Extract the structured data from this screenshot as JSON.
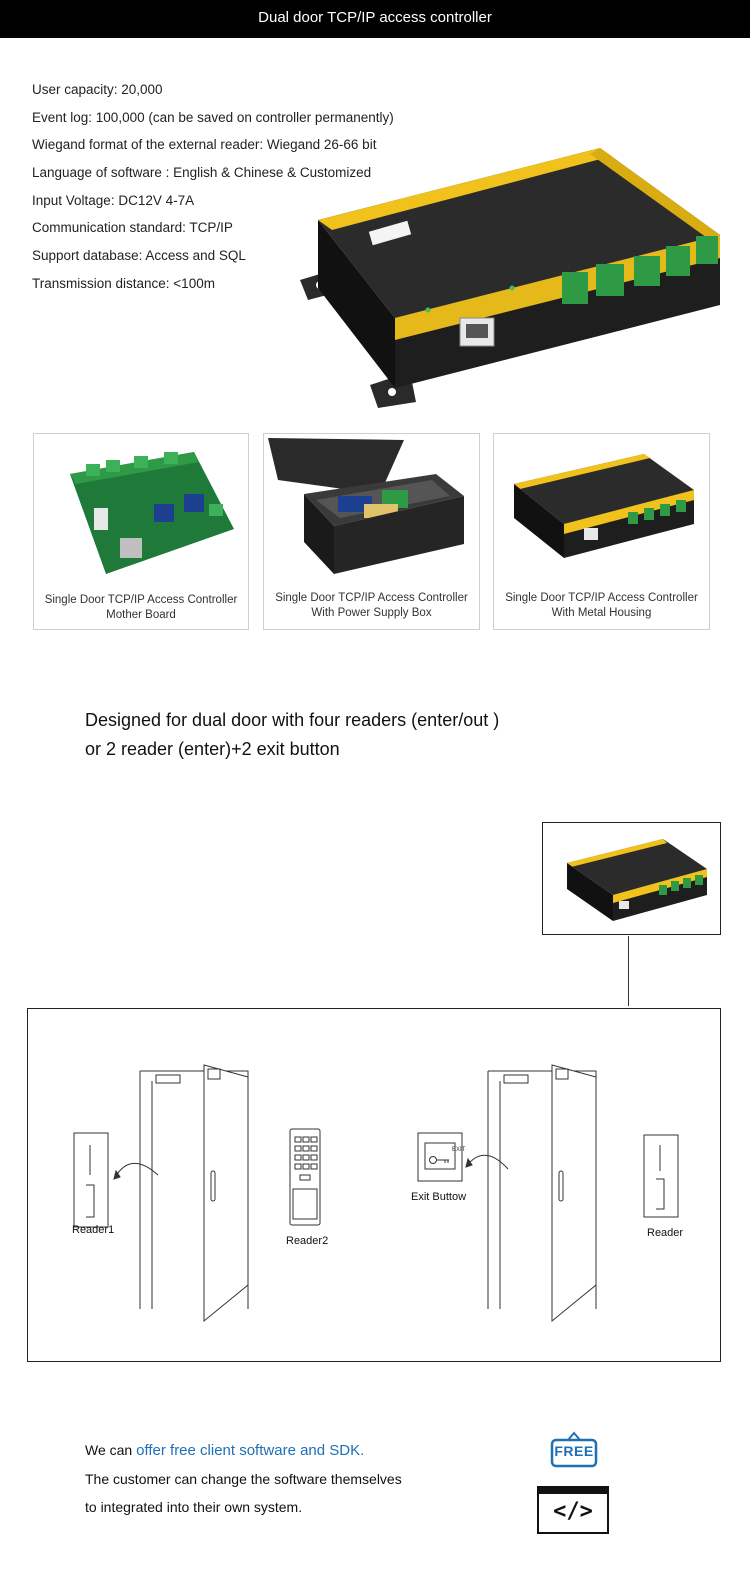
{
  "header": {
    "title": "Dual door TCP/IP access controller"
  },
  "specs": [
    "User capacity:  20,000",
    "Event log:  100,000  (can be saved on controller permanently)",
    "Wiegand format of the external reader: Wiegand 26-66 bit",
    "Language of software : English & Chinese & Customized",
    "Input Voltage: DC12V 4-7A",
    "Communication standard: TCP/IP",
    "Support database:  Access and SQL",
    "Transmission distance:  <100m"
  ],
  "cards": [
    {
      "line1": "Single Door TCP/IP Access Controller",
      "line2": "Mother Board"
    },
    {
      "line1": "Single Door TCP/IP Access Controller",
      "line2": "With Power Supply Box"
    },
    {
      "line1": "Single Door TCP/IP Access Controller",
      "line2": "With Metal Housing"
    }
  ],
  "headline": {
    "line1": "Designed for dual door with four readers (enter/out )",
    "line2": "or 2 reader (enter)+2 exit button"
  },
  "diagram": {
    "reader1": "Reader1",
    "reader2": "Reader2",
    "exit_button": "Exit Buttow",
    "exit_sign": "EXIT",
    "reader": "Reader"
  },
  "promo": {
    "line1_prefix": "We can ",
    "line1_accent": "offer free client software and SDK.",
    "line2": "The customer can change the software themselves",
    "line3": "to integrated into their own system.",
    "free_badge": "FREE",
    "code_glyph": "</>"
  },
  "colors": {
    "accent": "#1f6fb5",
    "controller_body": "#1b1b1b",
    "controller_band": "#f1c21b",
    "terminal": "#2f9a45"
  }
}
